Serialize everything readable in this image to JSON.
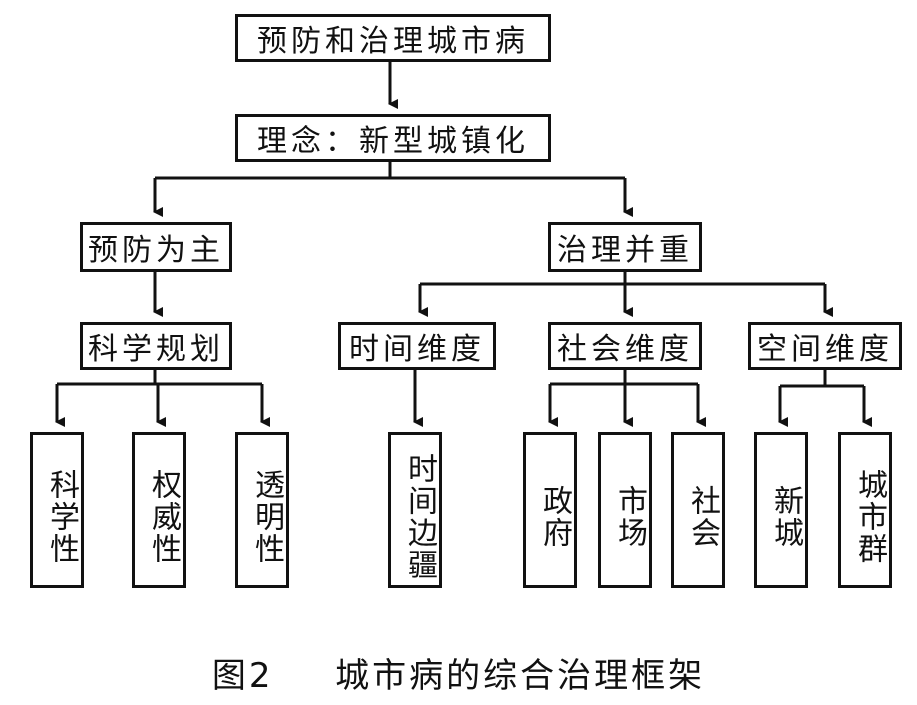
{
  "nodes": {
    "root": "预防和治理城市病",
    "concept": "理念：新型城镇化",
    "prevention": "预防为主",
    "governance": "治理并重",
    "planning": "科学规划",
    "time_dim": "时间维度",
    "social_dim": "社会维度",
    "space_dim": "空间维度",
    "scientific": "科学性",
    "authority": "权威性",
    "transparency": "透明性",
    "time_frontier": "时间边疆",
    "government": "政府",
    "market": "市场",
    "society": "社会",
    "new_city": "新城",
    "city_cluster": "城市群"
  },
  "caption": {
    "label": "图2",
    "title": "城市病的综合治理框架"
  }
}
